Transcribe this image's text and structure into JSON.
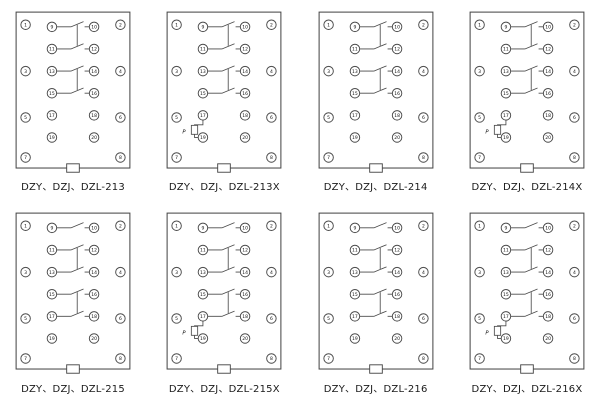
{
  "panels": [
    {
      "id": "213",
      "label": "DZY、DZJ、DZL-213",
      "contact_rows": [
        0,
        1,
        2,
        3
      ],
      "brackets": [
        [
          0,
          1
        ],
        [
          2,
          3
        ]
      ],
      "has_p": false
    },
    {
      "id": "213X",
      "label": "DZY、DZJ、DZL-213X",
      "contact_rows": [
        0,
        1,
        2,
        3
      ],
      "brackets": [
        [
          0,
          1
        ],
        [
          2,
          3
        ]
      ],
      "has_p": true
    },
    {
      "id": "214",
      "label": "DZY、DZJ、DZL-214",
      "contact_rows": [
        0,
        1,
        2,
        3
      ],
      "brackets": [
        [
          0,
          1
        ],
        [
          2,
          3
        ]
      ],
      "has_p": false
    },
    {
      "id": "214X",
      "label": "DZY、DZJ、DZL-214X",
      "contact_rows": [
        0,
        1,
        2,
        3
      ],
      "brackets": [
        [
          0,
          1
        ],
        [
          2,
          3
        ]
      ],
      "has_p": true
    },
    {
      "id": "215",
      "label": "DZY、DZJ、DZL-215",
      "contact_rows": [
        0,
        1,
        2,
        3,
        4
      ],
      "brackets": [
        [
          1,
          2
        ],
        [
          3,
          4
        ]
      ],
      "has_p": false
    },
    {
      "id": "215X",
      "label": "DZY、DZJ、DZL-215X",
      "contact_rows": [
        0,
        1,
        2,
        3,
        4
      ],
      "brackets": [
        [
          1,
          2
        ],
        [
          3,
          4
        ]
      ],
      "has_p": true
    },
    {
      "id": "216",
      "label": "DZY、DZJ、DZL-216",
      "contact_rows": [
        0,
        1,
        2,
        3,
        4
      ],
      "brackets": [
        [
          1,
          2
        ],
        [
          3,
          4
        ]
      ],
      "has_p": false
    },
    {
      "id": "216X",
      "label": "DZY、DZJ、DZL-216X",
      "contact_rows": [
        0,
        1,
        2,
        3,
        4
      ],
      "brackets": [
        [
          1,
          2
        ],
        [
          3,
          4
        ]
      ],
      "has_p": true
    }
  ],
  "terminals": {
    "left_side": [
      "1",
      "3",
      "5",
      "7"
    ],
    "right_side": [
      "2",
      "4",
      "6",
      "8"
    ],
    "inner_left": [
      "9",
      "11",
      "13",
      "15",
      "17",
      "19"
    ],
    "inner_right": [
      "10",
      "12",
      "14",
      "16",
      "18",
      "20"
    ]
  },
  "p_label": "P",
  "row_y": [
    16,
    37,
    58,
    79,
    100,
    121
  ],
  "line_color": "#4a4a4a"
}
